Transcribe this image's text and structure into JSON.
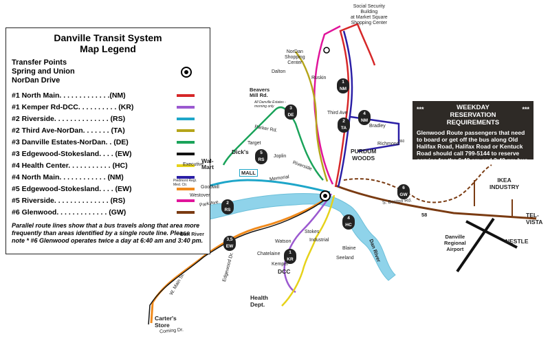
{
  "legend": {
    "title_line1": "Danville Transit System",
    "title_line2": "Map Legend",
    "transfer_title": "Transfer Points",
    "transfer_sub1": "Spring and Union",
    "transfer_sub2": "NorDan Drive",
    "routes": [
      {
        "text": "#1  North Main. . . . . . . . . . . . .(NM)",
        "color": "#d62728"
      },
      {
        "text": "#1  Kemper Rd-DCC. . . . . . . . . . (KR)",
        "color": "#9b59d0"
      },
      {
        "text": "#2  Riverside. . . . . . . . . . . . . . (RS)",
        "color": "#1ea6c9"
      },
      {
        "text": "#2  Third Ave-NorDan. . . . . . . (TA)",
        "color": "#b5a51a"
      },
      {
        "text": "#3  Danville Estates-NorDan. . (DE)",
        "color": "#1aa35a"
      },
      {
        "text": "#3  Edgewood-Stokesland. . . . (EW)",
        "color": "#111111"
      },
      {
        "text": "#4  Health Center. . . . . . . . . . . (HC)",
        "color": "#e6d21a"
      },
      {
        "text": "#4  North Main. . . . . . . . . . . . (NM)",
        "color": "#2b1fa6"
      },
      {
        "text": "#5  Edgewood-Stokesland. . . . (EW)",
        "color": "#f08a1c"
      },
      {
        "text": "#5  Riverside. . . . . . . . . . . . . . (RS)",
        "color": "#e0149a"
      },
      {
        "text": "#6  Glenwood. . . . . . . . . . . . . (GW)",
        "color": "#7a3b12"
      }
    ],
    "note": "Parallel route lines show that a bus travels along that area more frequently than areas identified by a single route line. Please note * #6 Glenwood operates twice a day at 6:40 am and 3:40 pm."
  },
  "reservation": {
    "title1": "WEEKDAY",
    "title2": "RESERVATION",
    "title3": "REQUIREMENTS",
    "dots": "***",
    "body": "Glenwood Route passengers that need to board or get off the bus along Old Halifax Road, Halifax Road or Kentuck Road should call 799-5144 to reserve service for the 6:40 am and 3:40 pm bus runs."
  },
  "places": {
    "ssb1": "Social Security",
    "ssb2": "Building",
    "ssb3": "at Market Square",
    "ssb4": "Shopping Center",
    "nordan1": "NorDan",
    "nordan2": "Shopping",
    "nordan3": "Center",
    "beavers1": "Beavers",
    "beavers2": "Mill Rd.",
    "danville_estates": "All Danville Estates - morning only",
    "dicks": "Dick's",
    "walmart1": "Wal-",
    "walmart2": "Mart",
    "mall": "MALL",
    "purdum": "PURDUM",
    "woods": "WOODS",
    "ikea1": "IKEA",
    "ikea2": "INDUSTRY",
    "telvista1": "TEL-",
    "telvista2": "VISTA",
    "nestle": "NESTLE",
    "airport1": "Danville",
    "airport2": "Regional",
    "airport3": "Airport",
    "dcc": "DCC",
    "health1": "Health",
    "health2": "Dept.",
    "carters1": "Carter's",
    "carters2": "Store",
    "dan_river1": "Dan River",
    "dan_river2": "Dan River",
    "piedmont": "Piedmont Regl. Med. Ctr.",
    "target": "Target"
  },
  "streets": {
    "third_ave": "Third Ave",
    "parker_rd": "Parker Rd.",
    "dalton": "Dalton",
    "ruskin": "Ruskin",
    "bradley": "Bradley",
    "richmond": "Richmond",
    "joplin": "Joplin",
    "riverside": "Riverside",
    "memorial": "Memorial",
    "industrial": "Industrial",
    "blaine": "Blaine",
    "seeland": "Seeland",
    "goodwill": "Goodwill",
    "westover": "Westover",
    "park_ave": "Park Ave.",
    "w_main": "W. Main St.",
    "edgewood": "Edgewood Dr.",
    "kemper": "Kemper",
    "stokes": "Stokes",
    "watson": "Watson",
    "s_boston": "S. Boston Rd.",
    "executive": "Executive",
    "coming": "Coming Dr.",
    "chatelaine": "Chatelaine",
    "route_58": "58",
    "route_360": "360"
  },
  "badges": [
    {
      "line1": "1",
      "line2": "NM"
    },
    {
      "line1": "2",
      "line2": "TA"
    },
    {
      "line1": "4",
      "line2": "NM"
    },
    {
      "line1": "3",
      "line2": "DE"
    },
    {
      "line1": "5",
      "line2": "RS"
    },
    {
      "line1": "2",
      "line2": "RS"
    },
    {
      "line1": "4",
      "line2": "HC"
    },
    {
      "line1": "3,5",
      "line2": "EW"
    },
    {
      "line1": "1",
      "line2": "KR"
    },
    {
      "line1": "6",
      "line2": "GW"
    }
  ]
}
